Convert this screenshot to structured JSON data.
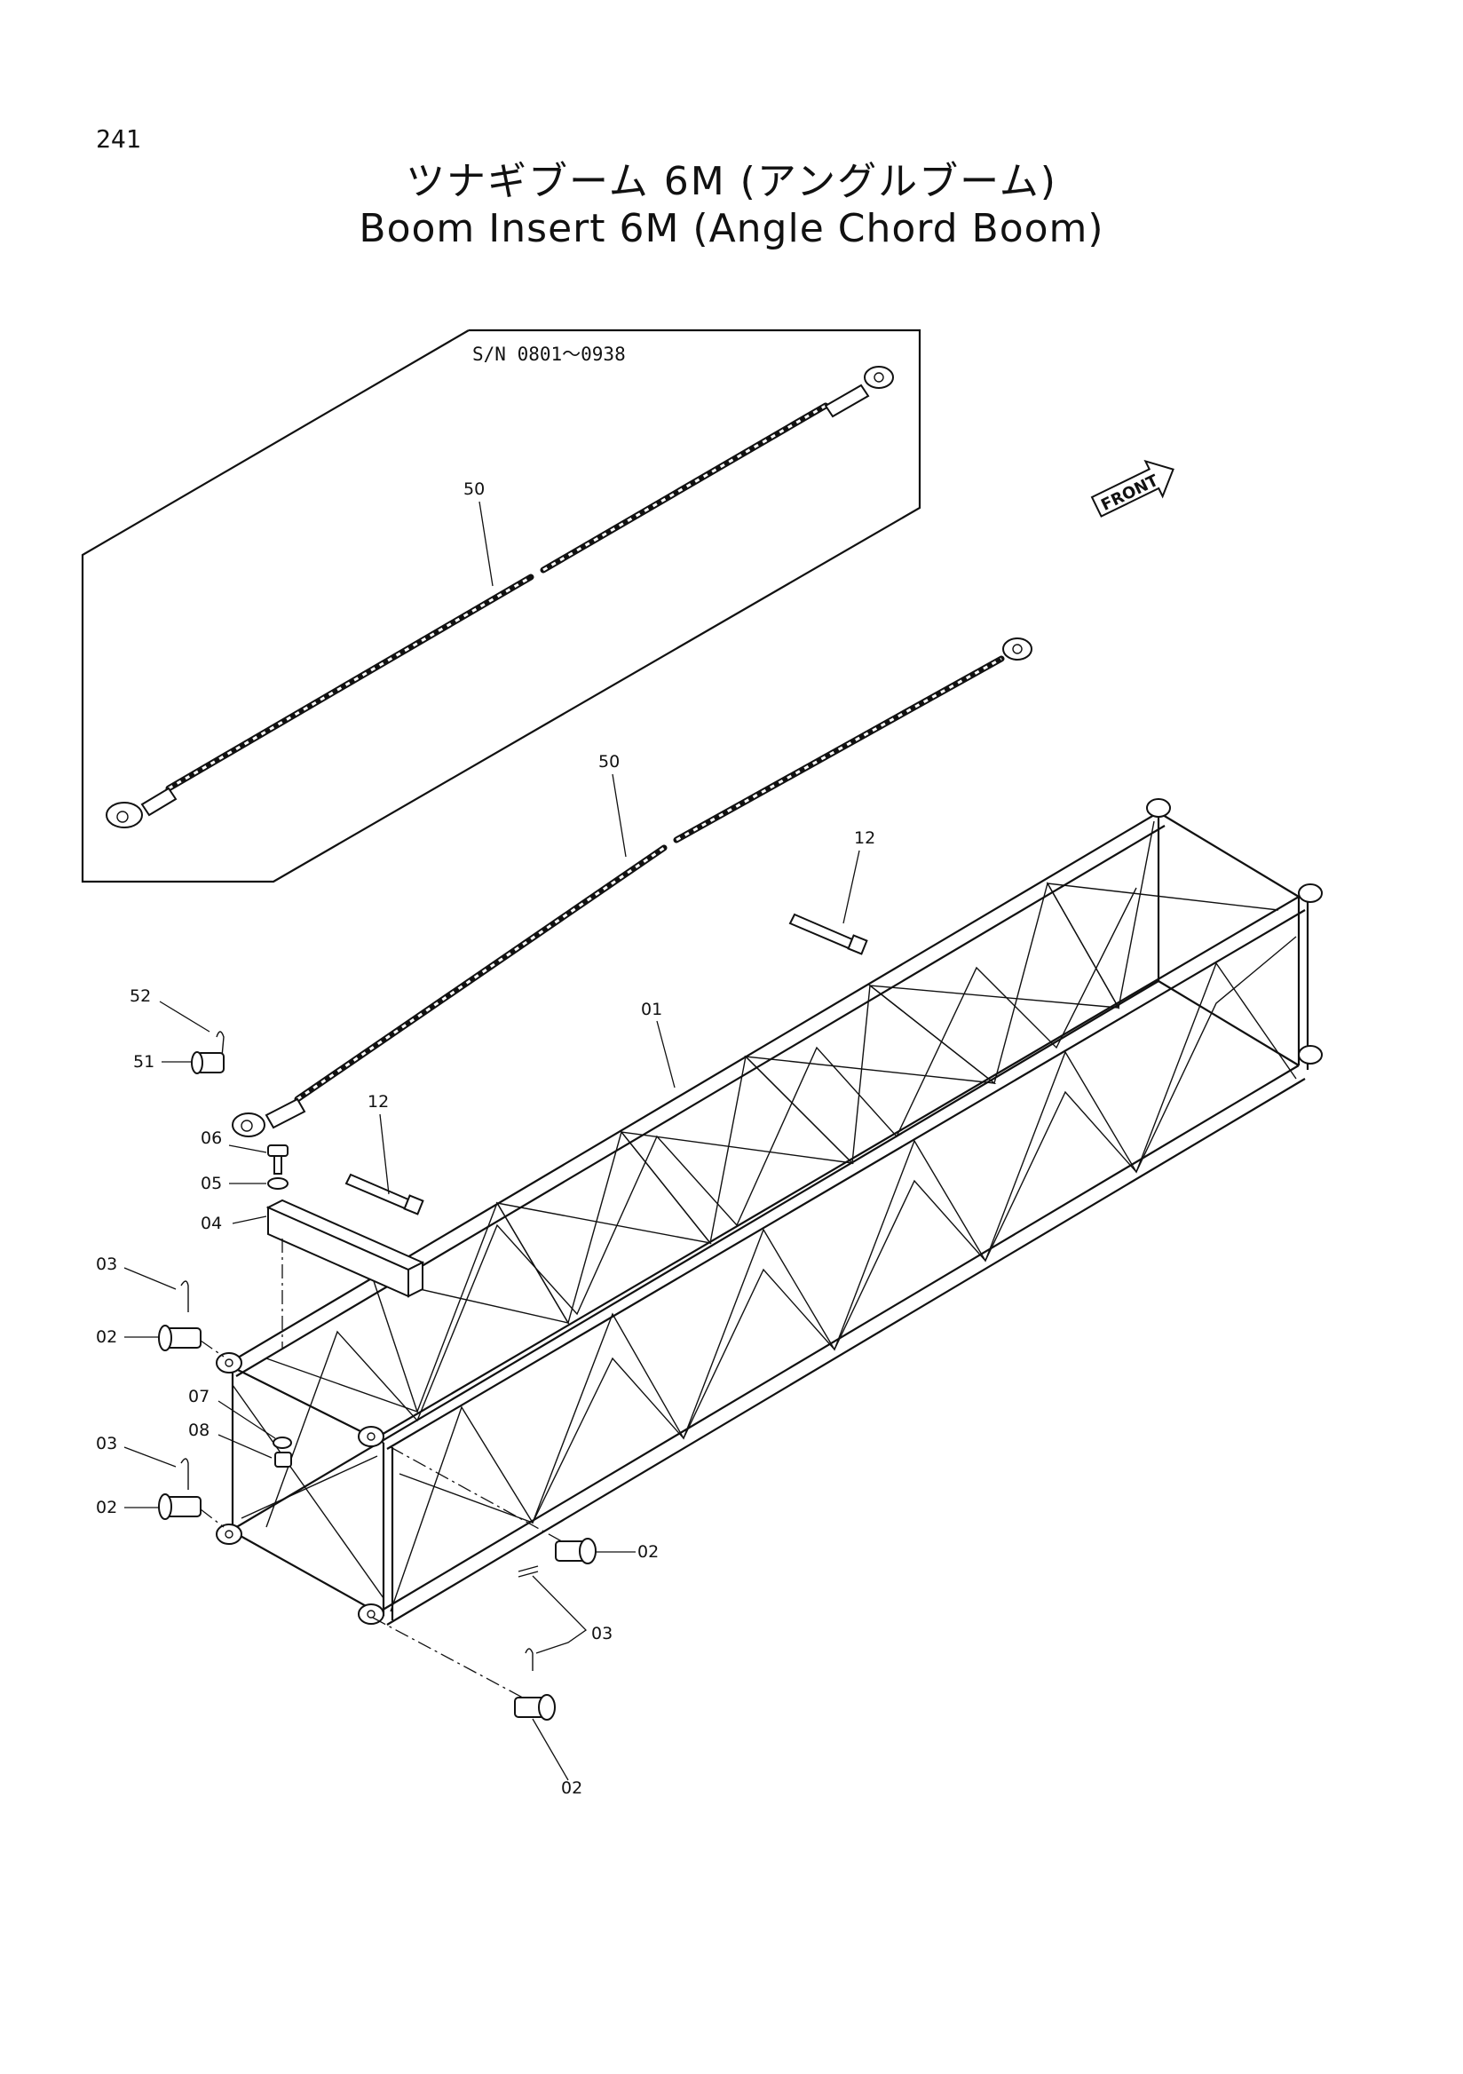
{
  "page_number": "241",
  "title": {
    "japanese": "ツナギブーム 6M (アングルブーム)",
    "english": "Boom Insert 6M (Angle Chord Boom)"
  },
  "serial_range": "S/N 0801～0938",
  "front_marker": "FRONT",
  "part_labels": {
    "p50_inset": "50",
    "p50": "50",
    "p12_a": "12",
    "p12_b": "12",
    "p01": "01",
    "p52": "52",
    "p51": "51",
    "p06": "06",
    "p05": "05",
    "p04": "04",
    "p03_a": "03",
    "p02_a": "02",
    "p07": "07",
    "p08": "08",
    "p03_b": "03",
    "p02_b": "02",
    "p02_c": "02",
    "p03_c": "03",
    "p02_d": "02"
  }
}
